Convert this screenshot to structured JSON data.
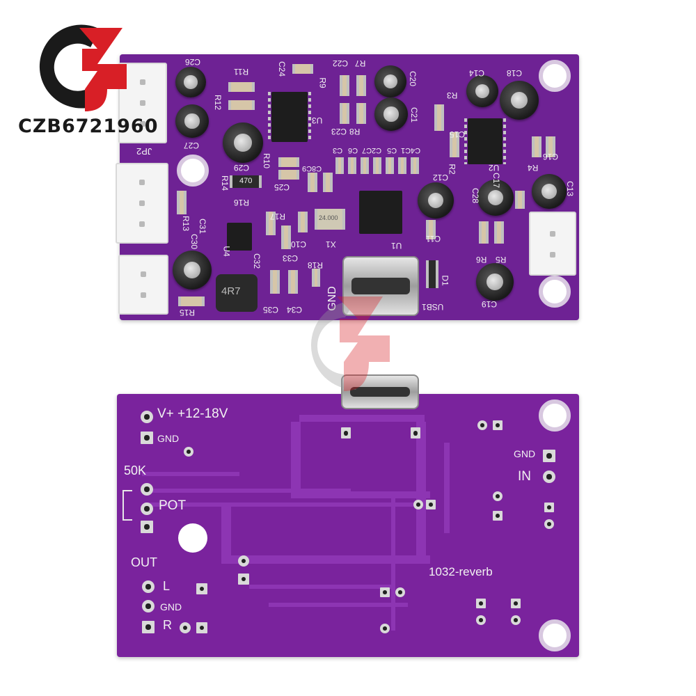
{
  "watermark": {
    "brand_text": "CZB6721960",
    "colors": {
      "red": "#d81f26",
      "black": "#1a1a1a"
    }
  },
  "top_board": {
    "labels": [
      "C26",
      "R11",
      "C24",
      "C22",
      "R7",
      "C20",
      "C14",
      "C18",
      "R12",
      "R9",
      "R3",
      "C21",
      "C15",
      "U3",
      "R8",
      "C23",
      "C27",
      "JP2",
      "C29",
      "R10",
      "C8C9",
      "C3",
      "C6",
      "C2C7",
      "C5",
      "C4C1",
      "U2",
      "R4",
      "C16",
      "R2",
      "C25",
      "C12",
      "C17",
      "C28",
      "C13",
      "R14",
      "R16",
      "R17",
      "R13",
      "C31",
      "C30",
      "X1",
      "U1",
      "C11",
      "R5",
      "R6",
      "U4",
      "C32",
      "C10",
      "C33",
      "R18",
      "D1",
      "GND",
      "USB1",
      "C19",
      "R15",
      "C35",
      "C34"
    ],
    "chip_marks": [
      "470",
      "4R7",
      "24.000"
    ]
  },
  "bottom_board": {
    "power_label": "V+ +12-18V",
    "power_gnd": "GND",
    "pot_value": "50K",
    "pot_label": "POT",
    "out_label": "OUT",
    "out_l": "L",
    "out_gnd": "GND",
    "out_r": "R",
    "in_gnd": "GND",
    "in_label": "IN",
    "model": "1032-reverb"
  },
  "colors": {
    "pcb": "#6e2294",
    "pcb_bottom": "#7a239d",
    "silkscreen": "#f2f2f2"
  }
}
